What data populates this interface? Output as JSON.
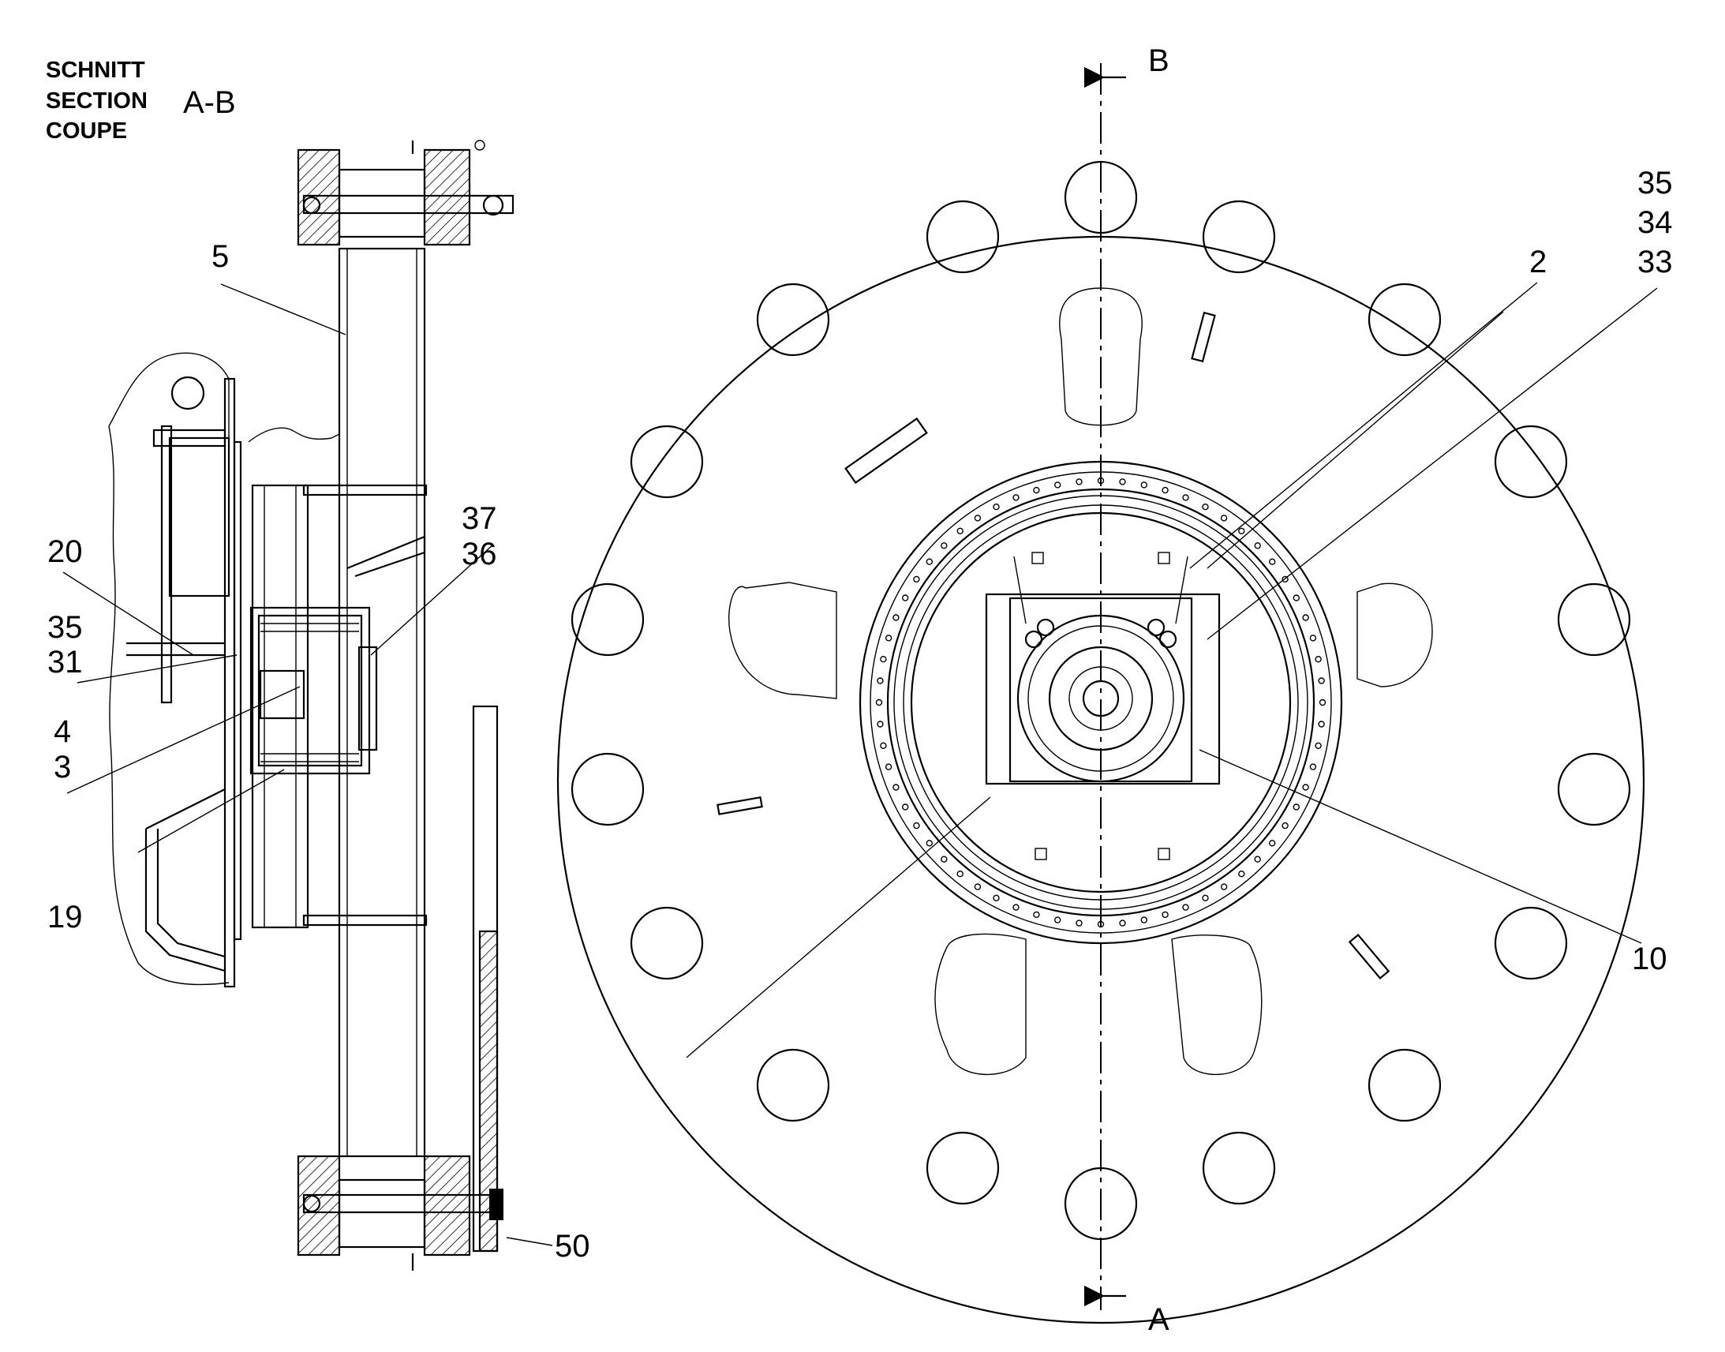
{
  "section_title": {
    "lines": [
      "SCHNITT",
      "SECTION",
      "COUPE"
    ],
    "designation": "A-B"
  },
  "section_markers": {
    "top": "B",
    "bottom": "A"
  },
  "labels": {
    "l5": "5",
    "l37": "37",
    "l36": "36",
    "l20": "20",
    "l35_left": "35",
    "l31": "31",
    "l4": "4",
    "l3": "3",
    "l19": "19",
    "l50": "50",
    "l35_right": "35",
    "l34": "34",
    "l33": "33",
    "l2": "2",
    "l10": "10"
  }
}
